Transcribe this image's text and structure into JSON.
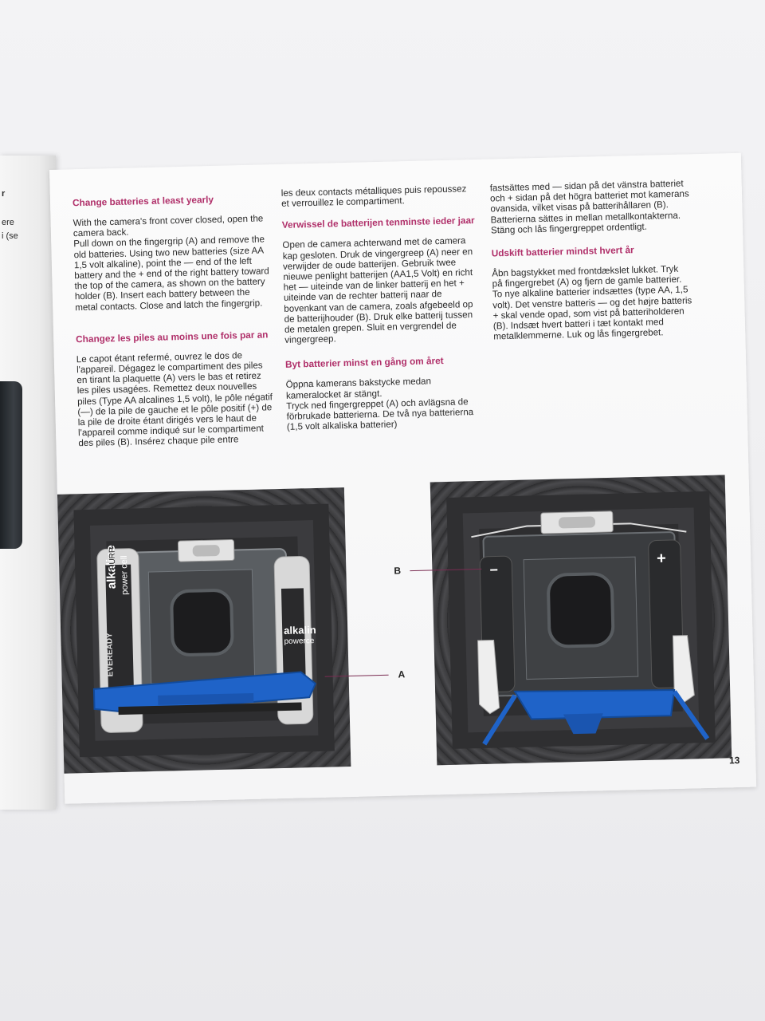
{
  "prev_page": {
    "fragment_1": "r",
    "fragment_2": "ere",
    "fragment_3": "i (se"
  },
  "columns": {
    "col1": {
      "section_en": {
        "heading": "Change batteries at least yearly",
        "para_1": "With the camera's front cover closed, open the camera back.",
        "para_2": "Pull down on the fingergrip (A) and remove the old batteries. Using two new batteries (size AA 1,5 volt alkaline), point the — end of the left battery and the + end of the right battery toward the top of the camera, as shown on the battery holder (B). Insert each battery between the metal contacts. Close and latch the fingergrip."
      },
      "section_fr": {
        "heading": "Changez les piles au moins une fois par an",
        "para_1": "Le capot étant refermé, ouvrez le dos de l'appareil. Dégagez le compartiment des piles en tirant la plaquette (A) vers le bas et retirez les piles usagées. Remettez deux nouvelles piles (Type AA alcalines 1,5 volt), le pôle négatif (—) de la pile de gauche et le pôle positif (+) de la pile de droite étant dirigés vers le haut de l'appareil comme indiqué sur le compartiment des piles (B). Insérez chaque pile entre"
      }
    },
    "col2": {
      "fr_continued": "les deux contacts métalliques puis repoussez et verrouillez le compartiment.",
      "section_nl": {
        "heading": "Verwissel de batterijen tenminste ieder jaar",
        "para_1": "Open de camera achterwand met de camera kap gesloten. Druk de vingergreep (A) neer en verwijder de oude batterijen. Gebruik twee nieuwe penlight batterijen (AA1,5 Volt) en richt het — uiteinde van de linker batterij en het + uiteinde van de rechter batterij naar de bovenkant van de camera, zoals afgebeeld op de batterijhouder (B). Druk elke batterij tussen de metalen grepen. Sluit en vergrendel de vingergreep."
      },
      "section_sv": {
        "heading": "Byt batterier minst en gång om året",
        "para_1": "Öppna kamerans bakstycke medan kameralocket är stängt.",
        "para_2": "Tryck ned fingergreppet (A) och avlägsna de förbrukade batterierna. De två nya batterierna (1,5 volt alkaliska batterier)"
      }
    },
    "col3": {
      "sv_continued": "fastsättes med — sidan på det vänstra batteriet och + sidan på det högra batteriet mot kamerans ovansida, vilket visas på batterihållaren (B). Batterierna sättes in mellan metallkontakterna. Stäng och lås fingergreppet ordentligt.",
      "section_da": {
        "heading": "Udskift batterier mindst hvert år",
        "para_1": "Åbn bagstykket med frontdækslet lukket. Tryk på fingergrebet (A) og fjern de gamle batterier. To nye alkaline batterier indsættes (type AA, 1,5 volt). Det venstre batteris — og det højre batteris + skal vende opad, som vist på batteriholderen (B). Indsæt hvert batteri i tæt kontakt med metalklemmerne. Luk og lås fingergrebet."
      }
    }
  },
  "photo_left": {
    "battery_left_brand": "alkaline",
    "battery_left_sub": "power cell",
    "battery_left_top": "PURP",
    "battery_left_bottom": "EVEREADY",
    "battery_right_brand": "alkalin",
    "battery_right_sub": "powerce",
    "callout_a": "A"
  },
  "photo_right": {
    "callout_b": "B",
    "minus_symbol": "−",
    "plus_symbol": "+"
  },
  "page_number": "13",
  "colors": {
    "heading_magenta": "#b0306a",
    "grip_blue": "#1f63c8"
  }
}
